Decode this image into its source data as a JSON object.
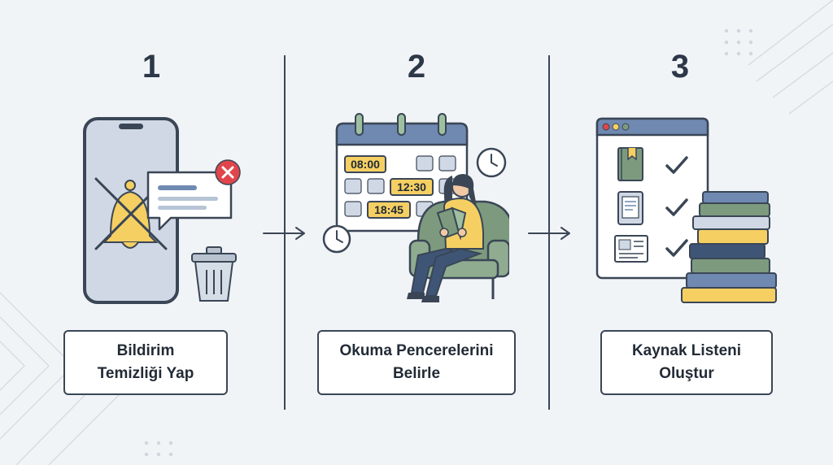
{
  "steps": [
    {
      "number": "1",
      "label_line1": "Bildirim",
      "label_line2": "Temizliği Yap"
    },
    {
      "number": "2",
      "label_line1": "Okuma Pencerelerini",
      "label_line2": "Belirle",
      "calendar_times": [
        "08:00",
        "12:30",
        "18:45"
      ]
    },
    {
      "number": "3",
      "label_line1": "Kaynak Listeni",
      "label_line2": "Oluştur"
    }
  ],
  "colors": {
    "background": "#f1f4f7",
    "outline": "#3a4656",
    "accent_yellow": "#f5cf62",
    "accent_red": "#e0454b",
    "accent_blue": "#6f89b1",
    "accent_green": "#7d9a7e"
  },
  "icons": [
    "smartphone-icon",
    "muted-bell-icon",
    "notification-bubble-icon",
    "close-badge-icon",
    "trash-can-icon",
    "calendar-icon",
    "clock-icon",
    "reading-person-icon",
    "browser-window-icon",
    "book-icon",
    "tablet-icon",
    "newspaper-icon",
    "checkmark-icon",
    "book-stack-icon",
    "arrow-right-icon"
  ]
}
